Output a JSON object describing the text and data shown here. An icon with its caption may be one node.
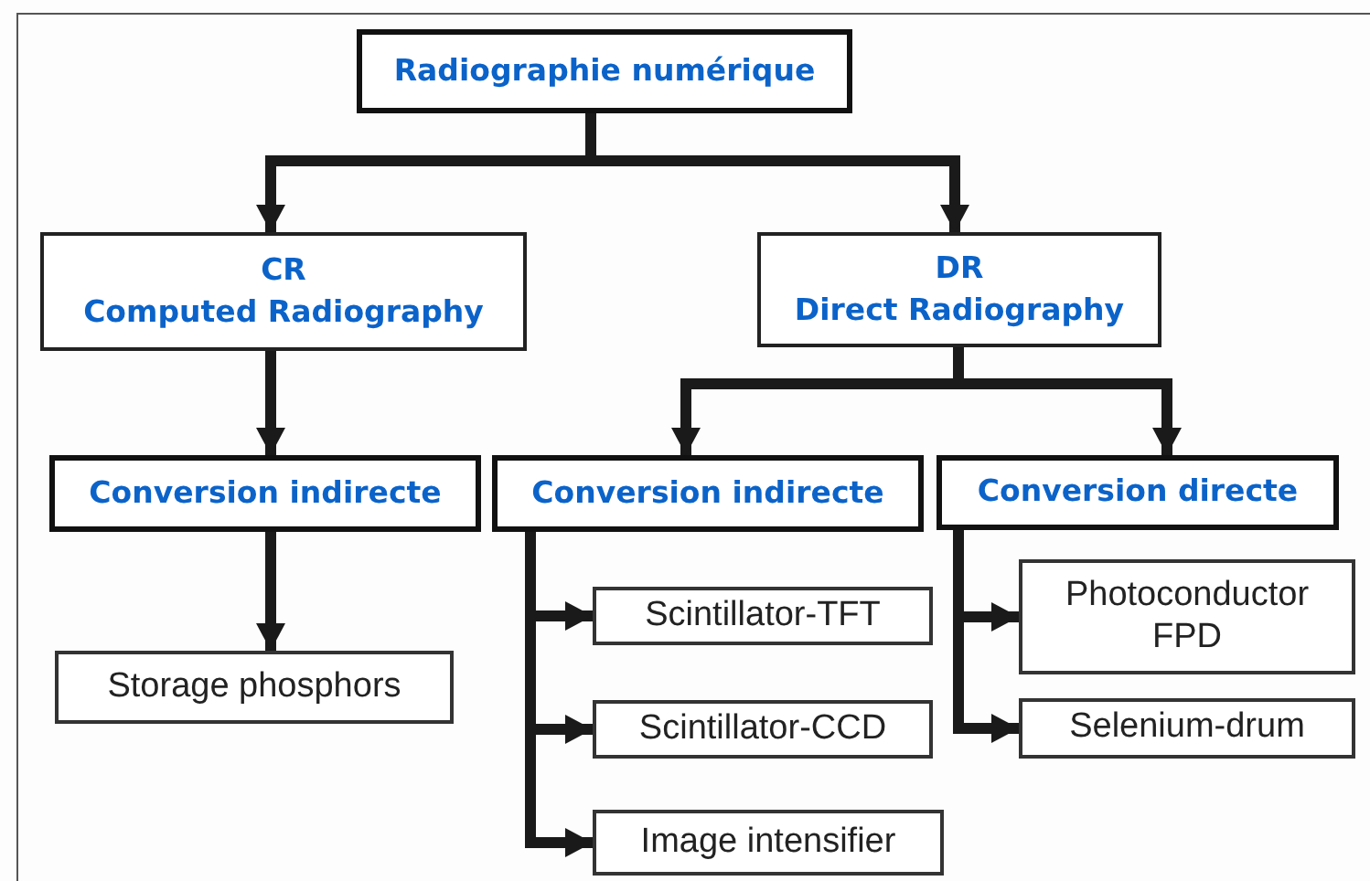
{
  "diagram": {
    "nodes": [
      {
        "text": [
          "Radiographie numérique"
        ]
      },
      {
        "text": [
          "CR",
          "Computed Radiography"
        ]
      },
      {
        "text": [
          "DR",
          "Direct Radiography"
        ]
      },
      {
        "text": [
          "Conversion indirecte"
        ]
      },
      {
        "text": [
          "Conversion indirecte"
        ]
      },
      {
        "text": [
          "Conversion directe"
        ]
      },
      {
        "text": [
          "Storage phosphors"
        ]
      },
      {
        "text": [
          "Scintillator-TFT"
        ]
      },
      {
        "text": [
          "Scintillator-CCD"
        ]
      },
      {
        "text": [
          "Image intensifier"
        ]
      },
      {
        "text": [
          "Photoconductor FPD"
        ]
      },
      {
        "text": [
          "Selenium-drum"
        ]
      }
    ],
    "edges": [
      {
        "from": 0,
        "to": 1,
        "arrow": "to"
      },
      {
        "from": 0,
        "to": 2,
        "arrow": "to"
      },
      {
        "from": 1,
        "to": 3,
        "arrow": "to"
      },
      {
        "from": 2,
        "to": 4,
        "arrow": "to"
      },
      {
        "from": 2,
        "to": 5,
        "arrow": "to"
      },
      {
        "from": 3,
        "to": 6,
        "arrow": "to"
      },
      {
        "from": 4,
        "to": 7,
        "arrow": "to"
      },
      {
        "from": 4,
        "to": 8,
        "arrow": "to"
      },
      {
        "from": 4,
        "to": 9,
        "arrow": "to"
      },
      {
        "from": 5,
        "to": 10,
        "arrow": "to"
      },
      {
        "from": 5,
        "to": 11,
        "arrow": "to"
      }
    ]
  }
}
